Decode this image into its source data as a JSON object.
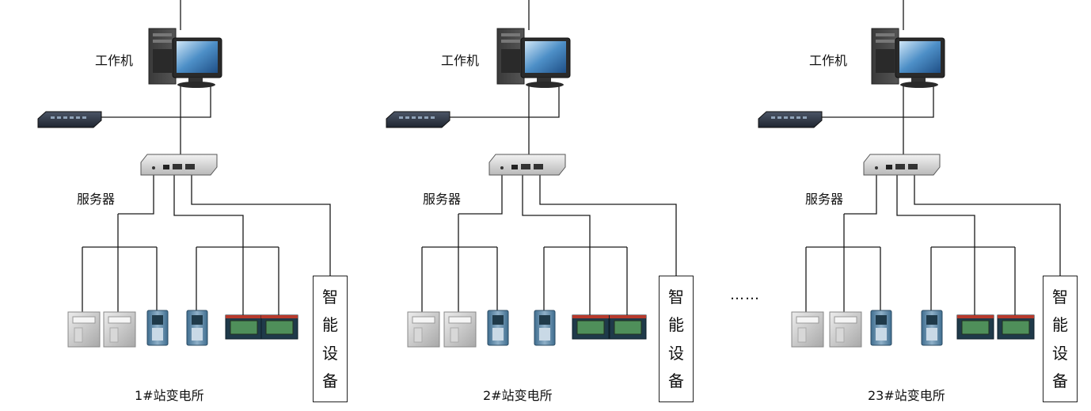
{
  "stations": [
    {
      "workstation_label": "工作机",
      "server_label": "服务器",
      "smart_device_chars": [
        "智",
        "能",
        "设",
        "备"
      ],
      "station_label": "1#站变电所"
    },
    {
      "workstation_label": "工作机",
      "server_label": "服务器",
      "smart_device_chars": [
        "智",
        "能",
        "设",
        "备"
      ],
      "station_label": "2#站变电所"
    },
    {
      "workstation_label": "工作机",
      "server_label": "服务器",
      "smart_device_chars": [
        "智",
        "能",
        "设",
        "备"
      ],
      "station_label": "23#站变电所"
    }
  ],
  "ellipsis": "……",
  "colors": {
    "line": "#1a1a1a",
    "meter_grey": "#c8c8c8",
    "meter_blue": "#5c88a8",
    "meter_dark": "#1f3a4a",
    "meter_red": "#b83a2c",
    "screen_green": "#4f8f5a"
  }
}
